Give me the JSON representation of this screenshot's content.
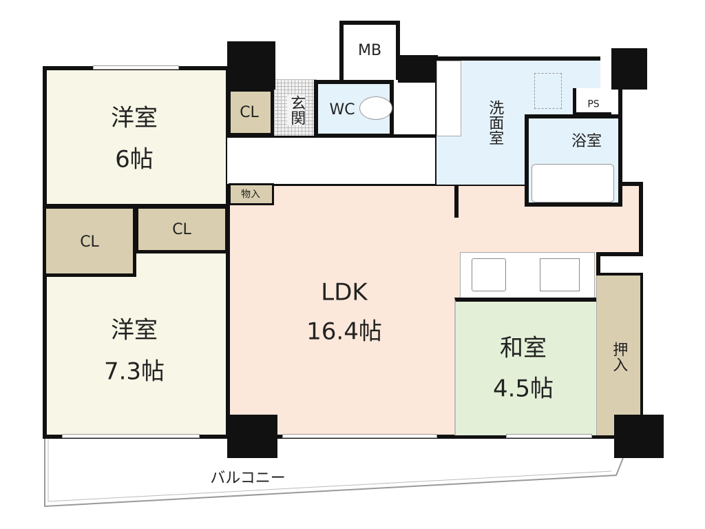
{
  "rooms": {
    "western_room_1": {
      "name": "洋室",
      "size": "6帖"
    },
    "western_room_2": {
      "name": "洋室",
      "size": "7.3帖"
    },
    "ldk": {
      "name": "LDK",
      "size": "16.4帖"
    },
    "japanese_room": {
      "name": "和室",
      "size": "4.5帖"
    },
    "closet_1": "CL",
    "closet_2": "CL",
    "closet_3": "CL",
    "entrance": "玄関",
    "toilet": "WC",
    "meter_box": "MB",
    "washroom": "洗面室",
    "bathroom": "浴室",
    "pipe_space": "PS",
    "storage": "物入",
    "oshiire": "押入",
    "balcony": "バルコニー"
  }
}
